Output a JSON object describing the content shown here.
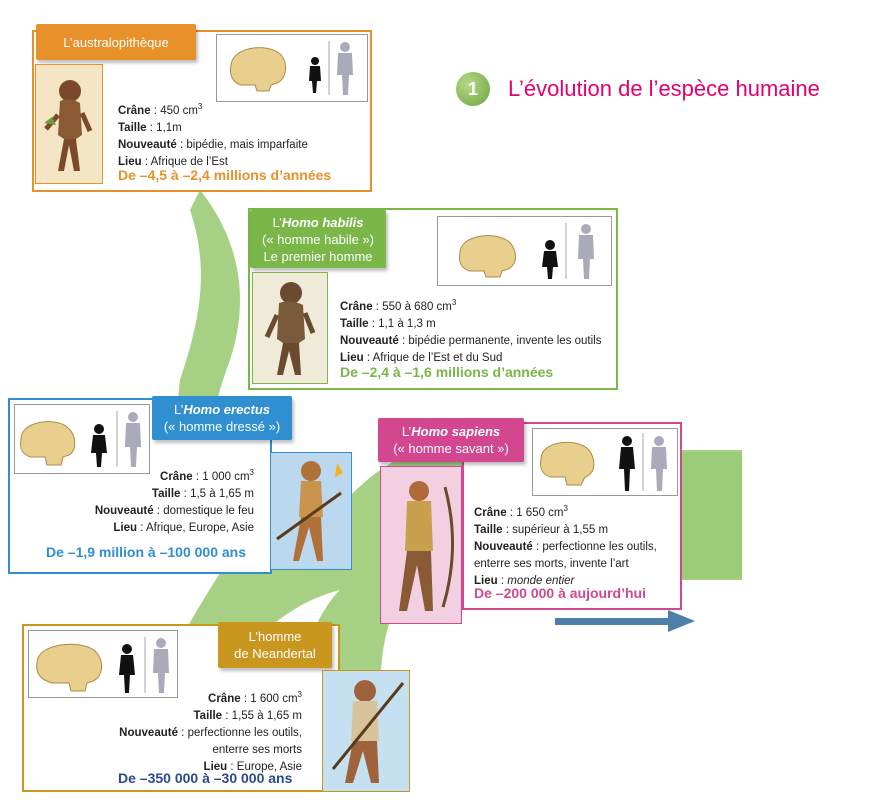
{
  "heading": {
    "number": "1",
    "title": "L’évolution de l’espèce humaine"
  },
  "labels": {
    "crane": "Crâne",
    "taille": "Taille",
    "nouveaute": "Nouveauté",
    "lieu": "Lieu"
  },
  "colors": {
    "orange": "#e8912a",
    "green": "#7ab648",
    "blue": "#2f8fd1",
    "pink": "#d2478f",
    "gold": "#c9961e",
    "path": "#9ccc77",
    "arrow": "#4f7fa8",
    "title": "#e6006e"
  },
  "species": {
    "australopitheque": {
      "name": "L’australopithèque",
      "crane": "450 cm",
      "crane_sup": "3",
      "taille": "1,1m",
      "nouveaute": "bipédie, mais imparfaite",
      "lieu": "Afrique de l’Est",
      "date": "De –4,5 à –2,4 millions d’années"
    },
    "habilis": {
      "name_pre": "L’",
      "name_em": "Homo habilis",
      "name_line2": "(« homme habile »)",
      "name_line3": "Le premier homme",
      "crane": "550 à 680 cm",
      "crane_sup": "3",
      "taille": "1,1 à 1,3 m",
      "nouveaute": "bipédie permanente, invente les outils",
      "lieu": "Afrique de l’Est et du Sud",
      "date": "De –2,4 à –1,6 millions d’années"
    },
    "erectus": {
      "name_pre": "L’",
      "name_em": "Homo erectus",
      "name_line2": "(« homme dressé »)",
      "crane": "1 000 cm",
      "crane_sup": "3",
      "taille": "1,5 à 1,65 m",
      "nouveaute": "domestique le feu",
      "lieu": "Afrique, Europe, Asie",
      "date": "De –1,9 million à –100 000 ans"
    },
    "sapiens": {
      "name_pre": "L’",
      "name_em": "Homo sapiens",
      "name_line2": "(« homme savant »)",
      "crane": "1 650 cm",
      "crane_sup": "3",
      "taille": "supérieur à 1,55 m",
      "nouveaute": "perfectionne les outils,",
      "nouveaute2": "enterre ses morts, invente l’art",
      "lieu": "monde entier",
      "date": "De –200 000 à aujourd’hui"
    },
    "neandertal": {
      "name_line1": "L’homme",
      "name_line2": "de Neandertal",
      "crane": "1 600 cm",
      "crane_sup": "3",
      "taille": "1,55 à 1,65 m",
      "nouveaute": "perfectionne les outils,",
      "nouveaute2": "enterre ses morts",
      "lieu": "Europe, Asie",
      "date": "De –350 000 à –30 000 ans"
    }
  }
}
